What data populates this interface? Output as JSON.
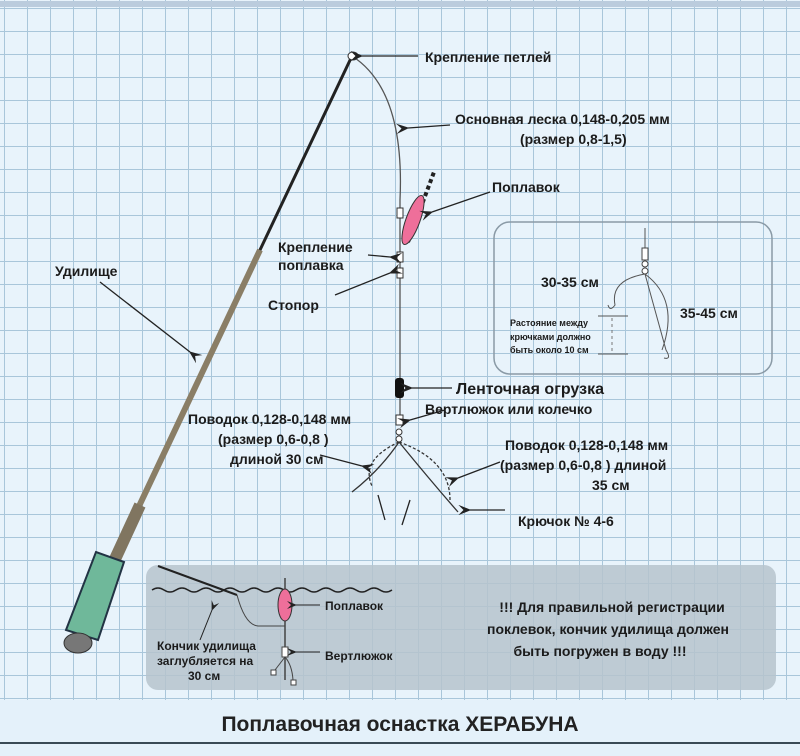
{
  "labels": {
    "loop_attach": "Крепление петлей",
    "main_line_1": "Основная леска 0,148-0,205 мм",
    "main_line_2": "(размер 0,8-1,5)",
    "float": "Поплавок",
    "float_attach_1": "Крепление",
    "float_attach_2": "поплавка",
    "stopper": "Стопор",
    "rod": "Удилище",
    "lead": "Ленточная огрузка",
    "swivel": "Вертлюжок или колечко",
    "leader_left_1": "Поводок 0,128-0,148 мм",
    "leader_left_2": "(размер 0,6-0,8 )",
    "leader_left_3": "длиной 30 см",
    "leader_right_1": "Поводок 0,128-0,148 мм",
    "leader_right_2": "(размер 0,6-0,8 ) длиной",
    "leader_right_3": "35 см",
    "hook": "Крючок № 4-6"
  },
  "inset": {
    "short": "30-35 см",
    "long": "35-45 см",
    "note_1": "Растояние между",
    "note_2": "крючками должно",
    "note_3": "быть около 10 см"
  },
  "bottom": {
    "float": "Поплавок",
    "swivel": "Вертлюжок",
    "tip_1": "Кончик удилища",
    "tip_2": "заглубляется на",
    "tip_3": "30 см",
    "warn_1": "!!! Для правильной регистрации",
    "warn_2": "поклевок, кончик удилища должен",
    "warn_3": "быть погружен в воду !!!"
  },
  "title": "Поплавочная оснастка ХЕРАБУНА",
  "colors": {
    "float": "#ee6f9a",
    "panel": "#b6c3cc"
  }
}
